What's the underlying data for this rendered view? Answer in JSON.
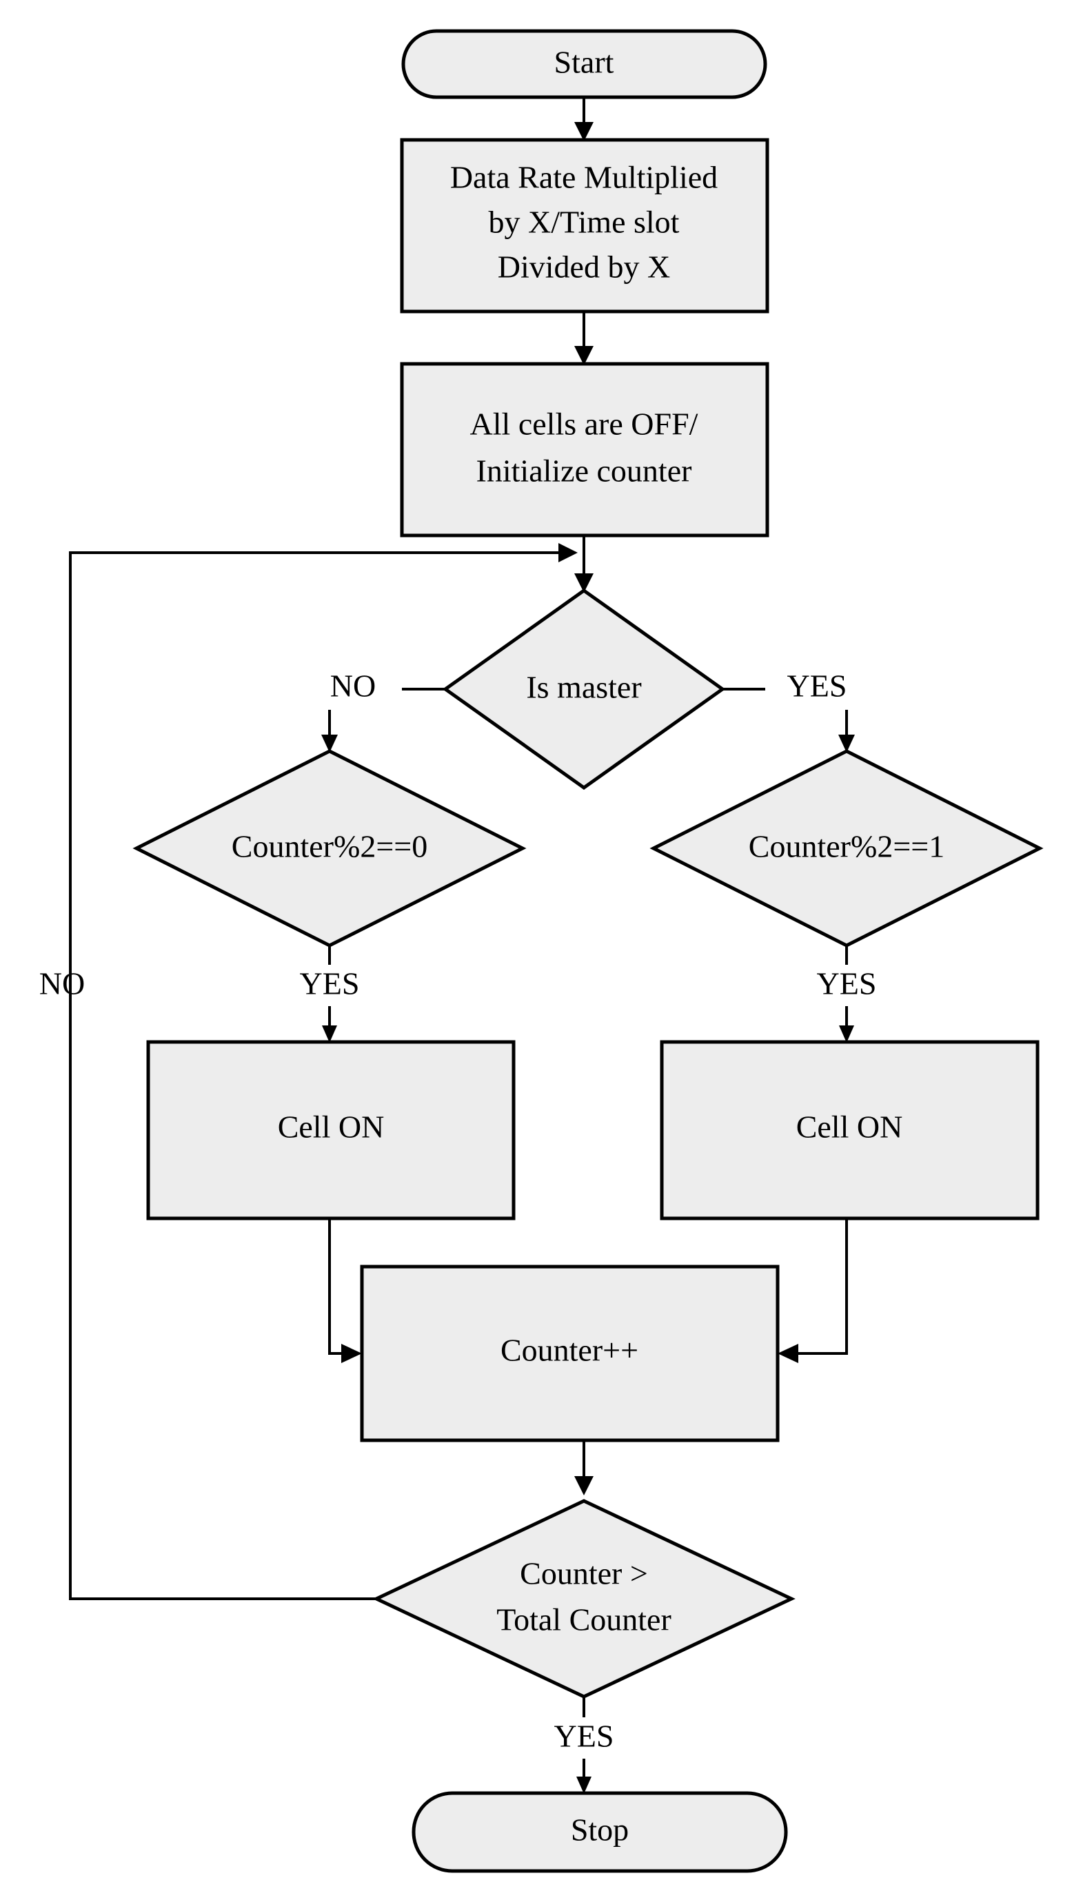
{
  "diagram": {
    "type": "flowchart",
    "title": "Cell ON/OFF scheduling flowchart",
    "colors": {
      "shape_fill": "#ededed",
      "stroke": "#000000",
      "background": "#ffffff",
      "text": "#000000"
    },
    "nodes": [
      {
        "id": "start",
        "shape": "terminator",
        "lines": [
          "Start"
        ]
      },
      {
        "id": "data-rate",
        "shape": "process",
        "lines": [
          "Data Rate Multiplied",
          "by X/Time slot",
          "Divided by X"
        ]
      },
      {
        "id": "init",
        "shape": "process",
        "lines": [
          "All cells are OFF/",
          "Initialize counter"
        ]
      },
      {
        "id": "is-master",
        "shape": "decision",
        "lines": [
          "Is master"
        ]
      },
      {
        "id": "counter-mod0",
        "shape": "decision",
        "lines": [
          "Counter%2==0"
        ]
      },
      {
        "id": "counter-mod1",
        "shape": "decision",
        "lines": [
          "Counter%2==1"
        ]
      },
      {
        "id": "cell-on-left",
        "shape": "process",
        "lines": [
          "Cell ON"
        ]
      },
      {
        "id": "cell-on-right",
        "shape": "process",
        "lines": [
          "Cell ON"
        ]
      },
      {
        "id": "counter-inc",
        "shape": "process",
        "lines": [
          "Counter++"
        ]
      },
      {
        "id": "counter-cmp",
        "shape": "decision",
        "lines": [
          "Counter >",
          "Total Counter"
        ]
      },
      {
        "id": "stop",
        "shape": "terminator",
        "lines": [
          "Stop"
        ]
      }
    ],
    "edge_labels": {
      "is_master_no": "NO",
      "is_master_yes": "YES",
      "mod0_yes": "YES",
      "mod1_yes": "YES",
      "loop_no": "NO",
      "cmp_yes": "YES"
    }
  }
}
